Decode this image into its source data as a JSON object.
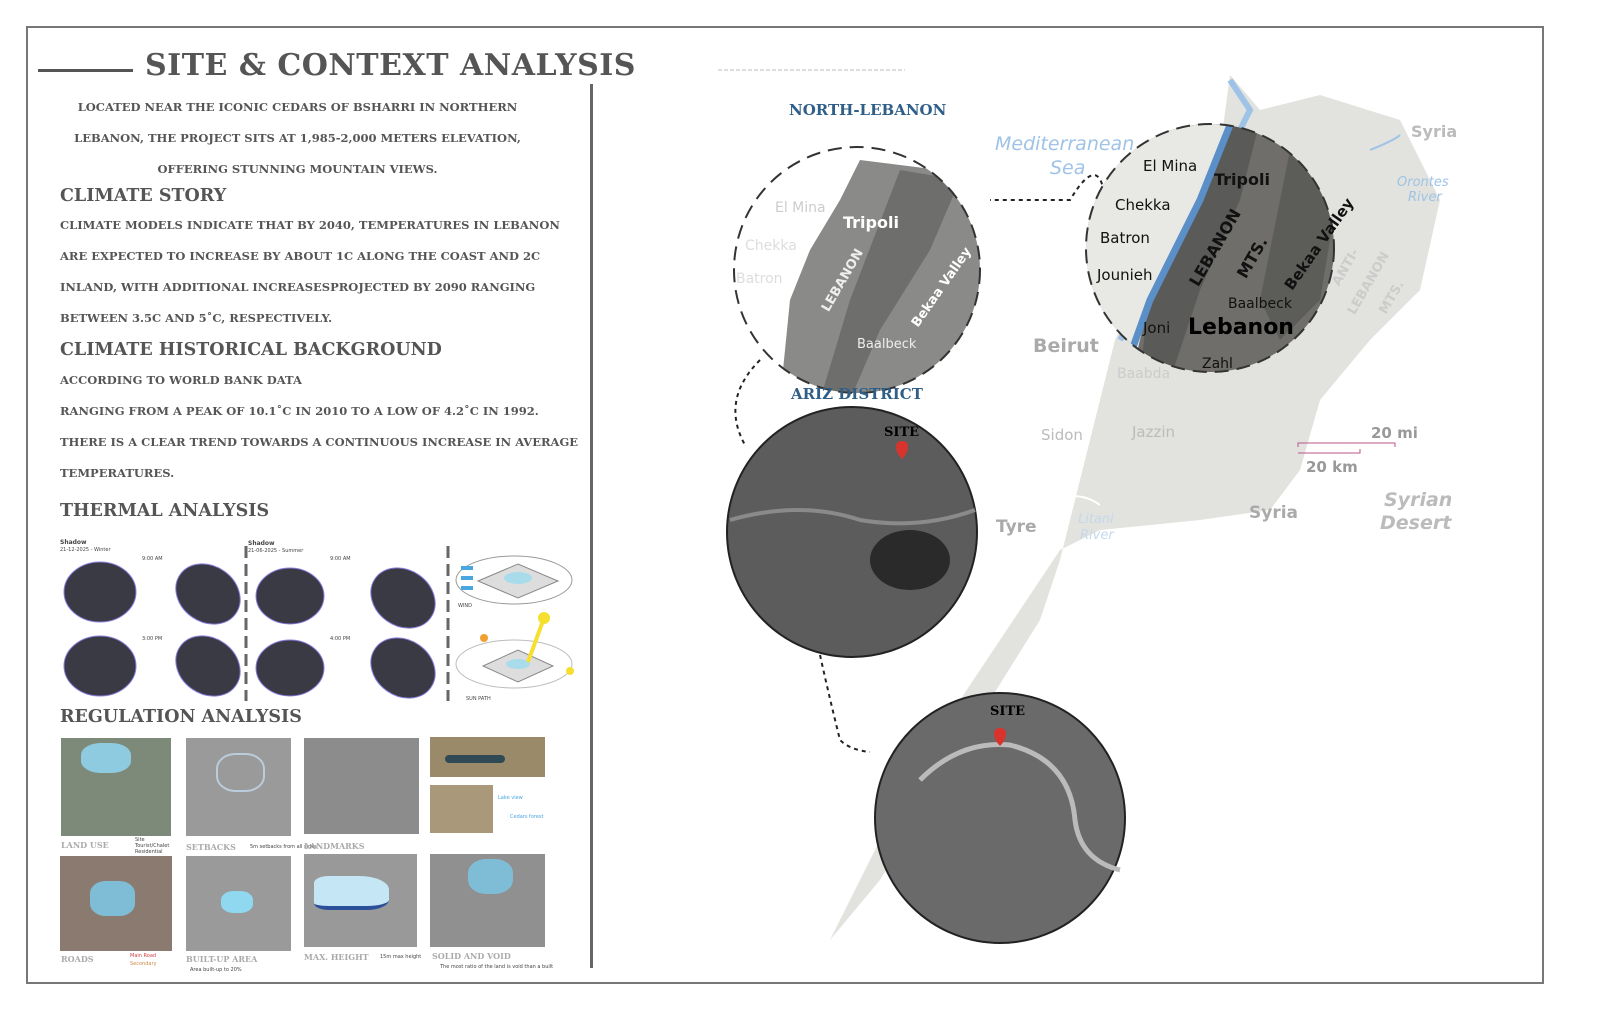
{
  "header": {
    "title": "SITE & CONTEXT ANALYSIS"
  },
  "intro": [
    "LOCATED NEAR THE ICONIC CEDARS OF BSHARRI IN NORTHERN",
    "LEBANON, THE PROJECT SITS AT 1,985-2,000 METERS ELEVATION,",
    "OFFERING STUNNING MOUNTAIN VIEWS."
  ],
  "climate_story": {
    "heading": "CLIMATE STORY",
    "lines": [
      "CLIMATE MODELS INDICATE THAT BY 2040, TEMPERATURES IN LEBANON",
      "ARE EXPECTED TO INCREASE BY ABOUT 1C ALONG THE COAST AND 2C",
      "INLAND, WITH ADDITIONAL INCREASESPROJECTED BY 2090 RANGING",
      "BETWEEN 3.5C AND 5˚C, RESPECTIVELY."
    ]
  },
  "climate_history": {
    "heading": "CLIMATE HISTORICAL BACKGROUND",
    "lines": [
      "ACCORDING TO WORLD BANK DATA",
      "RANGING FROM A PEAK OF 10.1˚C IN 2010 TO A LOW OF 4.2˚C IN 1992.",
      "THERE IS A CLEAR TREND TOWARDS A CONTINUOUS INCREASE IN AVERAGE",
      "TEMPERATURES."
    ]
  },
  "thermal": {
    "heading": "THERMAL ANALYSIS",
    "winter_label": "Shadow",
    "winter_date": "21-12-2025 - Winter",
    "summer_label": "Shadow",
    "summer_date": "21-06-2025 - Summer",
    "times": [
      "9:00 AM",
      "3:00 PM",
      "9:00 AM",
      "4:00 PM"
    ],
    "wind_label": "WIND",
    "sun_label": "SUN PATH"
  },
  "regulation": {
    "heading": "REGULATION ANALYSIS",
    "panels": [
      {
        "label": "LAND USE",
        "legend": [
          "Site",
          "Tourist/Chalet",
          "Residential"
        ]
      },
      {
        "label": "SETBACKS",
        "legend": [
          "5m setbacks from all sides"
        ]
      },
      {
        "label": "LANDMARKS",
        "legend": [
          "Lake view",
          "Cedars forest"
        ]
      },
      {
        "label": "ROADS",
        "legend": [
          "Main Road",
          "Secondary"
        ]
      },
      {
        "label": "BUILT-UP AREA",
        "legend": [
          "Area built-up to 20%"
        ]
      },
      {
        "label": "MAX. HEIGHT",
        "legend": [
          "15m max height"
        ]
      },
      {
        "label": "SOLID AND VOID",
        "legend": [
          "The most ratio of the land is void than a built"
        ]
      }
    ]
  },
  "map": {
    "north_lebanon_title": "NORTH-LEBANON",
    "ariz_title": "ARIZ DISTRICT",
    "site_label": "SITE",
    "site_label_2": "SITE",
    "sea": [
      "Mediterranean",
      "Sea"
    ],
    "cities_inset": [
      "El Mina",
      "Tripoli",
      "Chekka",
      "Batron",
      "Jounieh",
      "Baalbeck",
      "Lebanon"
    ],
    "mountains": [
      "LEBANON",
      "MTS."
    ],
    "valley": "Bekaa Valley",
    "zoom_cities": [
      "El Mina",
      "Tripoli",
      "Chekka",
      "Batron",
      "Jounieh",
      "Joni",
      "Baalbeck",
      "Lebanon",
      "Zahl"
    ],
    "country_labels": [
      "Syria",
      "Syria",
      "Syrian",
      "Desert"
    ],
    "river_orontes": [
      "Orontes",
      "River"
    ],
    "river_litani": [
      "Litani",
      "River"
    ],
    "anti_lebanon": [
      "ANTI-",
      "LEBANON",
      "MTS."
    ],
    "map_cities": [
      "Beirut",
      "Baabda",
      "Sidon",
      "Jazzin",
      "Tyre"
    ],
    "scale_mi": "20 mi",
    "scale_km": "20 km",
    "colors": {
      "coast": "#5a8fc8",
      "land": "#e2e3de",
      "site_pin": "#d9332e",
      "title_blue": "#2f5f88"
    }
  }
}
